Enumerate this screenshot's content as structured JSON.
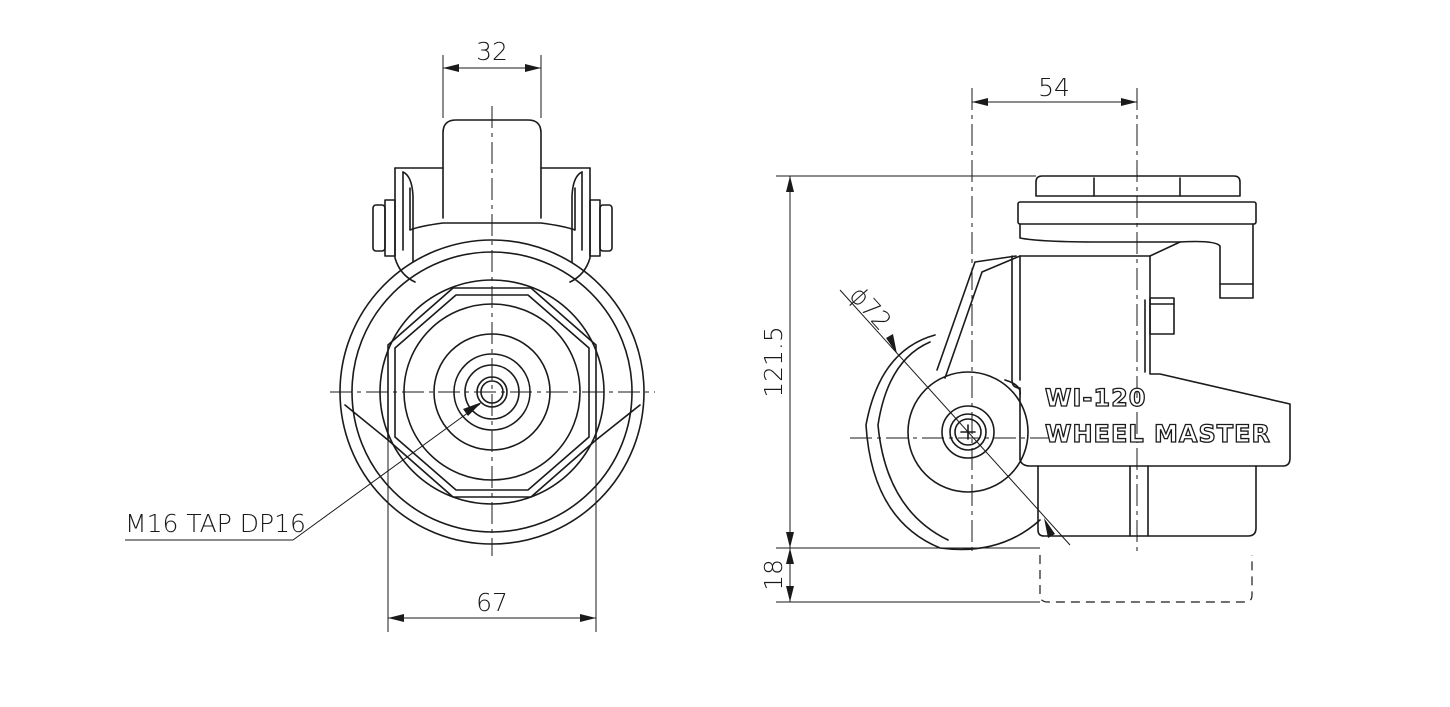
{
  "dimensions": {
    "width_32": "32",
    "width_67": "67",
    "width_54": "54",
    "height_121_5": "121.5",
    "height_18": "18",
    "diameter_72": "ϕ72"
  },
  "notes": {
    "tap": "M16 TAP DP16"
  },
  "product": {
    "model": "WI-120",
    "brand": "WHEEL MASTER"
  }
}
